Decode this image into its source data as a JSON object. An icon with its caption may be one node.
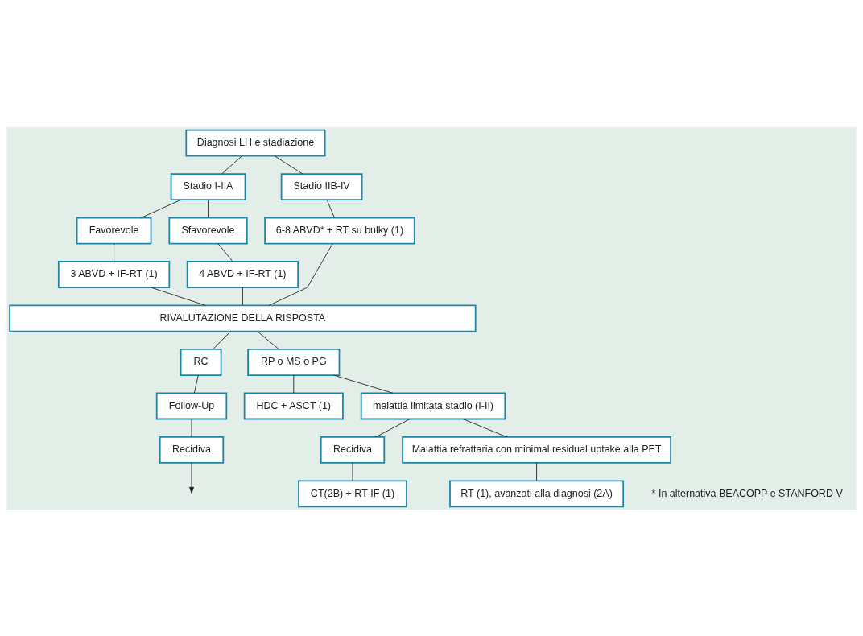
{
  "diagram": {
    "nodes": [
      {
        "text": [
          "Diagnosi LH e stadiazione"
        ]
      },
      {
        "text": [
          "Stadio I-IIA"
        ]
      },
      {
        "text": [
          "Stadio IIB-IV"
        ]
      },
      {
        "text": [
          "Favorevole"
        ]
      },
      {
        "text": [
          "Sfavorevole"
        ]
      },
      {
        "text": [
          "6-8 ABVD* + RT su bulky (1)"
        ]
      },
      {
        "text": [
          "3 ABVD + IF-RT (1)"
        ]
      },
      {
        "text": [
          "4 ABVD + IF-RT (1)"
        ]
      },
      {
        "text": [
          "RIVALUTAZIONE DELLA RISPOSTA"
        ]
      },
      {
        "text": [
          "RC"
        ]
      },
      {
        "text": [
          "RP o MS o PG"
        ]
      },
      {
        "text": [
          "Follow-Up"
        ]
      },
      {
        "text": [
          "HDC + ASCT (1)"
        ]
      },
      {
        "text": [
          "malattia limitata stadio (I-II)"
        ]
      },
      {
        "text": [
          "Recidiva"
        ]
      },
      {
        "text": [
          "Recidiva"
        ]
      },
      {
        "text": [
          "Malattia refrattaria con minimal residual uptake alla PET"
        ]
      },
      {
        "text": [
          "CT(2B) + RT-IF (1)"
        ]
      },
      {
        "text": [
          "RT (1), avanzati alla diagnosi (2A)"
        ]
      }
    ],
    "edges": [
      {
        "from": 0,
        "to": 1,
        "arrow": "none"
      },
      {
        "from": 0,
        "to": 2,
        "arrow": "none"
      },
      {
        "from": 1,
        "to": 3,
        "arrow": "none"
      },
      {
        "from": 1,
        "to": 4,
        "arrow": "none"
      },
      {
        "from": 2,
        "to": 5,
        "arrow": "none"
      },
      {
        "from": 3,
        "to": 6,
        "arrow": "none"
      },
      {
        "from": 4,
        "to": 7,
        "arrow": "none"
      },
      {
        "from": 6,
        "to": 8,
        "arrow": "none"
      },
      {
        "from": 7,
        "to": 8,
        "arrow": "none"
      },
      {
        "from": 5,
        "to": 8,
        "arrow": "none"
      },
      {
        "from": 8,
        "to": 9,
        "arrow": "none"
      },
      {
        "from": 8,
        "to": 10,
        "arrow": "none"
      },
      {
        "from": 9,
        "to": 11,
        "arrow": "none"
      },
      {
        "from": 11,
        "to": 14,
        "arrow": "none"
      },
      {
        "from": 14,
        "to": null,
        "arrow": "to"
      },
      {
        "from": 10,
        "to": 12,
        "arrow": "none"
      },
      {
        "from": 10,
        "to": 13,
        "arrow": "none"
      },
      {
        "from": 13,
        "to": 15,
        "arrow": "none"
      },
      {
        "from": 13,
        "to": 16,
        "arrow": "none"
      },
      {
        "from": 15,
        "to": 17,
        "arrow": "none"
      },
      {
        "from": 16,
        "to": 18,
        "arrow": "none"
      }
    ],
    "labels": [
      "* In alternativa BEACOPP e STANFORD V"
    ]
  }
}
